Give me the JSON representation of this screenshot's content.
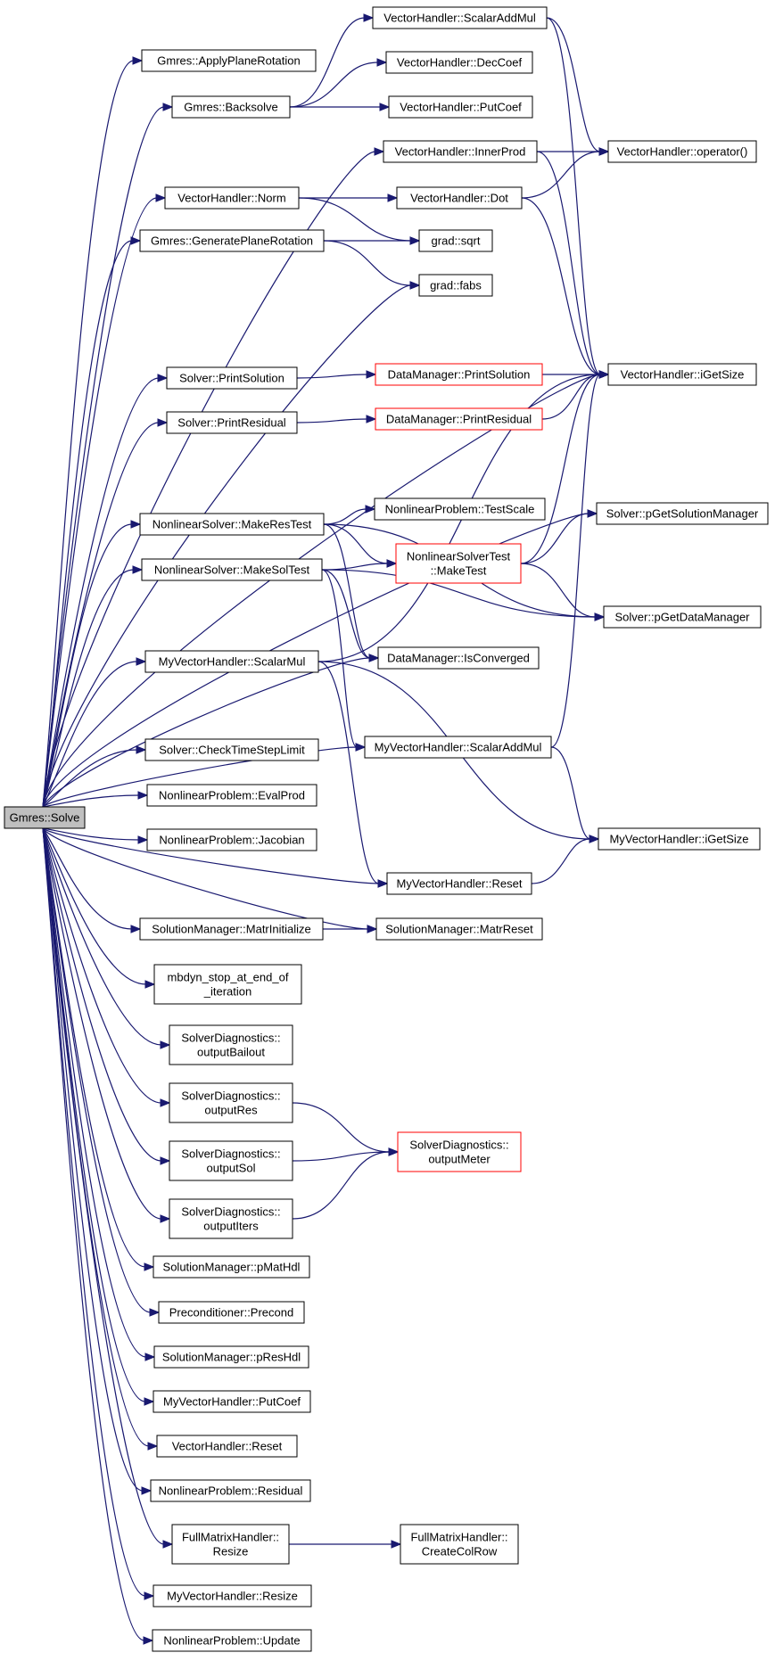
{
  "colors": {
    "edge": "#191970",
    "root_fill": "#bfbfbf",
    "node_border": "#000000",
    "truncated_border": "#ff0000",
    "background": "#ffffff"
  },
  "nodes": [
    {
      "id": "root",
      "lines": [
        "Gmres::Solve"
      ],
      "kind": "root"
    },
    {
      "id": "applyPlaneRot",
      "lines": [
        "Gmres::ApplyPlaneRotation"
      ]
    },
    {
      "id": "backsolve",
      "lines": [
        "Gmres::Backsolve"
      ]
    },
    {
      "id": "vhNorm",
      "lines": [
        "VectorHandler::Norm"
      ]
    },
    {
      "id": "genPlaneRot",
      "lines": [
        "Gmres::GeneratePlaneRotation"
      ]
    },
    {
      "id": "printSolution",
      "lines": [
        "Solver::PrintSolution"
      ]
    },
    {
      "id": "printResidual",
      "lines": [
        "Solver::PrintResidual"
      ]
    },
    {
      "id": "makeResTest",
      "lines": [
        "NonlinearSolver::MakeResTest"
      ]
    },
    {
      "id": "makeSolTest",
      "lines": [
        "NonlinearSolver::MakeSolTest"
      ]
    },
    {
      "id": "myScalarMul",
      "lines": [
        "MyVectorHandler::ScalarMul"
      ]
    },
    {
      "id": "checkTimeStep",
      "lines": [
        "Solver::CheckTimeStepLimit"
      ]
    },
    {
      "id": "evalProd",
      "lines": [
        "NonlinearProblem::EvalProd"
      ]
    },
    {
      "id": "jacobian",
      "lines": [
        "NonlinearProblem::Jacobian"
      ]
    },
    {
      "id": "matrInit",
      "lines": [
        "SolutionManager::MatrInitialize"
      ]
    },
    {
      "id": "mbdynStop",
      "lines": [
        "mbdyn_stop_at_end_of",
        "_iteration"
      ]
    },
    {
      "id": "outBailout",
      "lines": [
        "SolverDiagnostics::",
        "outputBailout"
      ]
    },
    {
      "id": "outRes",
      "lines": [
        "SolverDiagnostics::",
        "outputRes"
      ]
    },
    {
      "id": "outSol",
      "lines": [
        "SolverDiagnostics::",
        "outputSol"
      ]
    },
    {
      "id": "outIters",
      "lines": [
        "SolverDiagnostics::",
        "outputIters"
      ]
    },
    {
      "id": "pMatHdl",
      "lines": [
        "SolutionManager::pMatHdl"
      ]
    },
    {
      "id": "precond",
      "lines": [
        "Preconditioner::Precond"
      ]
    },
    {
      "id": "pResHdl",
      "lines": [
        "SolutionManager::pResHdl"
      ]
    },
    {
      "id": "myPutCoef",
      "lines": [
        "MyVectorHandler::PutCoef"
      ]
    },
    {
      "id": "vhReset",
      "lines": [
        "VectorHandler::Reset"
      ]
    },
    {
      "id": "residual",
      "lines": [
        "NonlinearProblem::Residual"
      ]
    },
    {
      "id": "fullResize",
      "lines": [
        "FullMatrixHandler::",
        "Resize"
      ]
    },
    {
      "id": "myResize",
      "lines": [
        "MyVectorHandler::Resize"
      ]
    },
    {
      "id": "update",
      "lines": [
        "NonlinearProblem::Update"
      ]
    },
    {
      "id": "vhScalarAddMul",
      "lines": [
        "VectorHandler::ScalarAddMul"
      ]
    },
    {
      "id": "vhDecCoef",
      "lines": [
        "VectorHandler::DecCoef"
      ]
    },
    {
      "id": "vhPutCoef",
      "lines": [
        "VectorHandler::PutCoef"
      ]
    },
    {
      "id": "vhInnerProd",
      "lines": [
        "VectorHandler::InnerProd"
      ]
    },
    {
      "id": "vhDot",
      "lines": [
        "VectorHandler::Dot"
      ]
    },
    {
      "id": "gradSqrt",
      "lines": [
        "grad::sqrt"
      ]
    },
    {
      "id": "gradFabs",
      "lines": [
        "grad::fabs"
      ]
    },
    {
      "id": "dmPrintSolution",
      "lines": [
        "DataManager::PrintSolution"
      ],
      "kind": "truncated"
    },
    {
      "id": "dmPrintResidual",
      "lines": [
        "DataManager::PrintResidual"
      ],
      "kind": "truncated"
    },
    {
      "id": "testScale",
      "lines": [
        "NonlinearProblem::TestScale"
      ]
    },
    {
      "id": "makeTest",
      "lines": [
        "NonlinearSolverTest",
        "::MakeTest"
      ],
      "kind": "truncated"
    },
    {
      "id": "isConverged",
      "lines": [
        "DataManager::IsConverged"
      ]
    },
    {
      "id": "myScalarAddMul",
      "lines": [
        "MyVectorHandler::ScalarAddMul"
      ]
    },
    {
      "id": "myReset",
      "lines": [
        "MyVectorHandler::Reset"
      ]
    },
    {
      "id": "matrReset",
      "lines": [
        "SolutionManager::MatrReset"
      ]
    },
    {
      "id": "outMeter",
      "lines": [
        "SolverDiagnostics::",
        "outputMeter"
      ],
      "kind": "truncated"
    },
    {
      "id": "createColRow",
      "lines": [
        "FullMatrixHandler::",
        "CreateColRow"
      ]
    },
    {
      "id": "vhOperator",
      "lines": [
        "VectorHandler::operator()"
      ]
    },
    {
      "id": "vhGetSize",
      "lines": [
        "VectorHandler::iGetSize"
      ]
    },
    {
      "id": "pGetSolMgr",
      "lines": [
        "Solver::pGetSolutionManager"
      ]
    },
    {
      "id": "pGetDataMgr",
      "lines": [
        "Solver::pGetDataManager"
      ]
    },
    {
      "id": "myGetSize",
      "lines": [
        "MyVectorHandler::iGetSize"
      ]
    }
  ],
  "edges": [
    [
      "root",
      "applyPlaneRot"
    ],
    [
      "root",
      "backsolve"
    ],
    [
      "root",
      "vhInnerProd"
    ],
    [
      "root",
      "vhNorm"
    ],
    [
      "root",
      "genPlaneRot"
    ],
    [
      "root",
      "gradFabs"
    ],
    [
      "root",
      "vhGetSize"
    ],
    [
      "root",
      "printSolution"
    ],
    [
      "root",
      "printResidual"
    ],
    [
      "root",
      "pGetSolMgr"
    ],
    [
      "root",
      "makeResTest"
    ],
    [
      "root",
      "makeSolTest"
    ],
    [
      "root",
      "isConverged"
    ],
    [
      "root",
      "myScalarMul"
    ],
    [
      "root",
      "myScalarAddMul"
    ],
    [
      "root",
      "checkTimeStep"
    ],
    [
      "root",
      "evalProd"
    ],
    [
      "root",
      "jacobian"
    ],
    [
      "root",
      "myReset"
    ],
    [
      "root",
      "matrReset"
    ],
    [
      "root",
      "matrInit"
    ],
    [
      "root",
      "mbdynStop"
    ],
    [
      "root",
      "outBailout"
    ],
    [
      "root",
      "outRes"
    ],
    [
      "root",
      "outSol"
    ],
    [
      "root",
      "outIters"
    ],
    [
      "root",
      "pMatHdl"
    ],
    [
      "root",
      "precond"
    ],
    [
      "root",
      "pResHdl"
    ],
    [
      "root",
      "myPutCoef"
    ],
    [
      "root",
      "vhReset"
    ],
    [
      "root",
      "residual"
    ],
    [
      "root",
      "fullResize"
    ],
    [
      "root",
      "myResize"
    ],
    [
      "root",
      "update"
    ],
    [
      "backsolve",
      "vhScalarAddMul"
    ],
    [
      "backsolve",
      "vhDecCoef"
    ],
    [
      "backsolve",
      "vhPutCoef"
    ],
    [
      "vhScalarAddMul",
      "vhOperator"
    ],
    [
      "vhScalarAddMul",
      "vhGetSize"
    ],
    [
      "vhInnerProd",
      "vhOperator"
    ],
    [
      "vhInnerProd",
      "vhGetSize"
    ],
    [
      "vhNorm",
      "vhDot"
    ],
    [
      "vhNorm",
      "gradSqrt"
    ],
    [
      "vhDot",
      "vhOperator"
    ],
    [
      "vhDot",
      "vhGetSize"
    ],
    [
      "genPlaneRot",
      "gradSqrt"
    ],
    [
      "genPlaneRot",
      "gradFabs"
    ],
    [
      "printSolution",
      "dmPrintSolution"
    ],
    [
      "dmPrintSolution",
      "vhGetSize"
    ],
    [
      "printResidual",
      "dmPrintResidual"
    ],
    [
      "dmPrintResidual",
      "vhGetSize"
    ],
    [
      "makeResTest",
      "testScale"
    ],
    [
      "makeResTest",
      "makeTest"
    ],
    [
      "makeResTest",
      "pGetDataMgr"
    ],
    [
      "makeResTest",
      "isConverged"
    ],
    [
      "makeSolTest",
      "makeTest"
    ],
    [
      "makeSolTest",
      "pGetDataMgr"
    ],
    [
      "makeSolTest",
      "isConverged"
    ],
    [
      "makeSolTest",
      "myScalarAddMul"
    ],
    [
      "makeTest",
      "vhGetSize"
    ],
    [
      "makeTest",
      "pGetSolMgr"
    ],
    [
      "makeTest",
      "pGetDataMgr"
    ],
    [
      "myScalarMul",
      "myReset"
    ],
    [
      "myScalarMul",
      "myGetSize"
    ],
    [
      "myScalarMul",
      "vhGetSize"
    ],
    [
      "myScalarAddMul",
      "vhGetSize"
    ],
    [
      "myScalarAddMul",
      "myGetSize"
    ],
    [
      "myReset",
      "myGetSize"
    ],
    [
      "matrInit",
      "matrReset"
    ],
    [
      "outRes",
      "outMeter"
    ],
    [
      "outSol",
      "outMeter"
    ],
    [
      "outIters",
      "outMeter"
    ],
    [
      "fullResize",
      "createColRow"
    ]
  ]
}
